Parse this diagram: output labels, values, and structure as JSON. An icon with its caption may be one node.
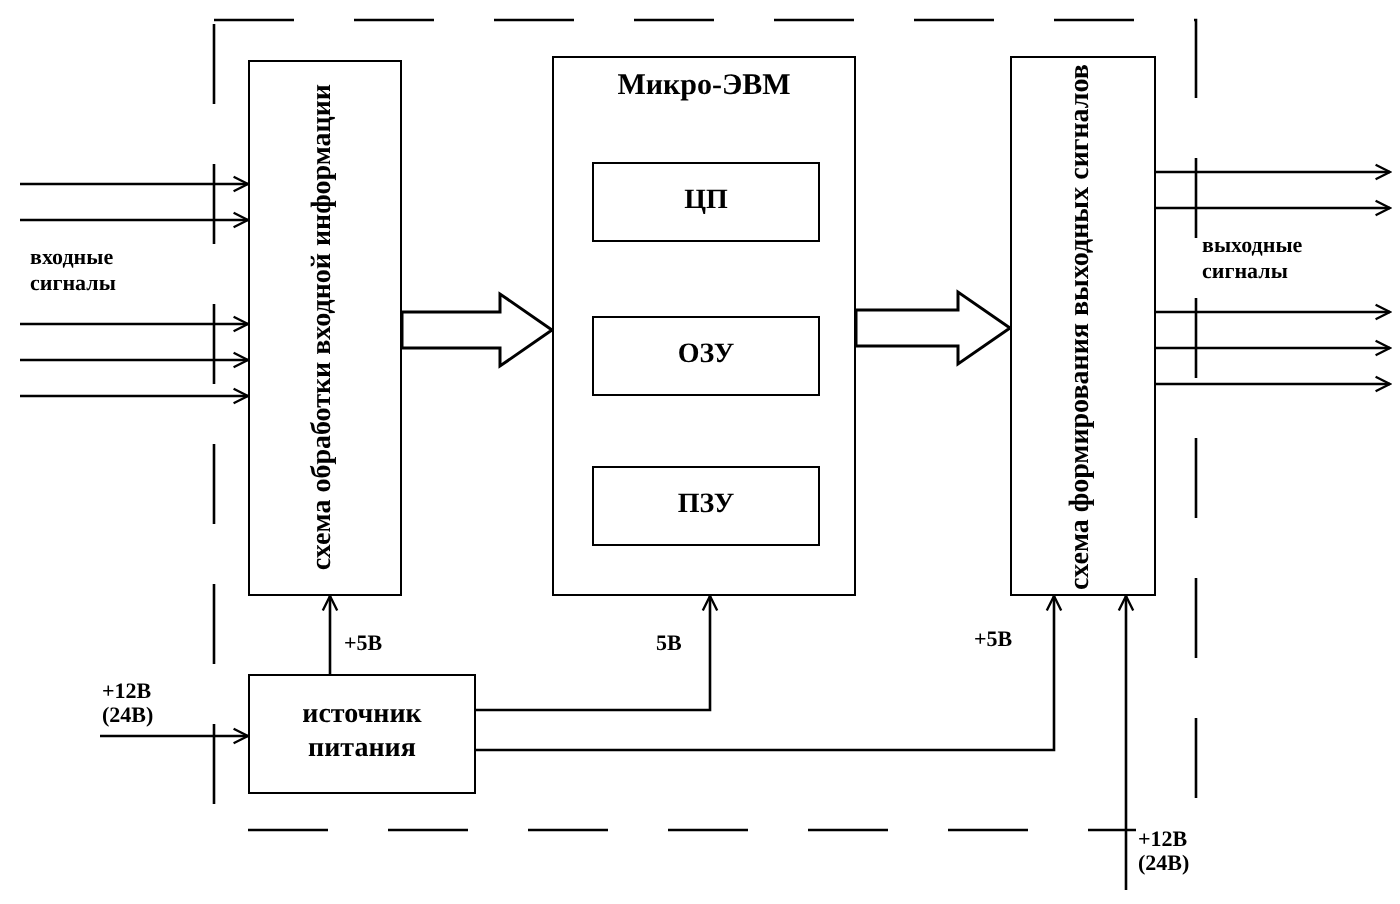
{
  "diagram": {
    "nodes": [
      {
        "text": [
          "схема обработки входной информации"
        ]
      },
      {
        "text": [
          "Микро-ЭВМ"
        ]
      },
      {
        "text": [
          "ЦП"
        ],
        "in": 1
      },
      {
        "text": [
          "ОЗУ"
        ],
        "in": 1
      },
      {
        "text": [
          "ПЗУ"
        ],
        "in": 1
      },
      {
        "text": [
          "схема формирования выходных сигналов"
        ]
      },
      {
        "text": [
          "источник питания"
        ]
      }
    ],
    "edges": [
      {
        "from": null,
        "to": 0,
        "arrow": "to"
      },
      {
        "from": null,
        "to": 0,
        "arrow": "to"
      },
      {
        "from": null,
        "to": 0,
        "arrow": "to"
      },
      {
        "from": null,
        "to": 0,
        "arrow": "to"
      },
      {
        "from": null,
        "to": 0,
        "arrow": "to"
      },
      {
        "from": 0,
        "to": 1,
        "arrow": "to",
        "style": "thick"
      },
      {
        "from": 1,
        "to": 5,
        "arrow": "to",
        "style": "thick"
      },
      {
        "from": 5,
        "to": null,
        "arrow": "to"
      },
      {
        "from": 5,
        "to": null,
        "arrow": "to"
      },
      {
        "from": 5,
        "to": null,
        "arrow": "to"
      },
      {
        "from": 5,
        "to": null,
        "arrow": "to"
      },
      {
        "from": 5,
        "to": null,
        "arrow": "to"
      },
      {
        "from": 6,
        "to": 0,
        "arrow": "to",
        "label": "+5В"
      },
      {
        "from": 6,
        "to": 1,
        "arrow": "to",
        "label": "5В"
      },
      {
        "from": 6,
        "to": 5,
        "arrow": "to",
        "label": "+5В"
      },
      {
        "from": null,
        "to": 6,
        "arrow": "to",
        "label": "+12В (24В)"
      },
      {
        "from": null,
        "to": 5,
        "arrow": "to",
        "label": "+12В (24В)"
      }
    ],
    "labels": [
      "входные сигналы",
      "выходные сигналы"
    ]
  }
}
